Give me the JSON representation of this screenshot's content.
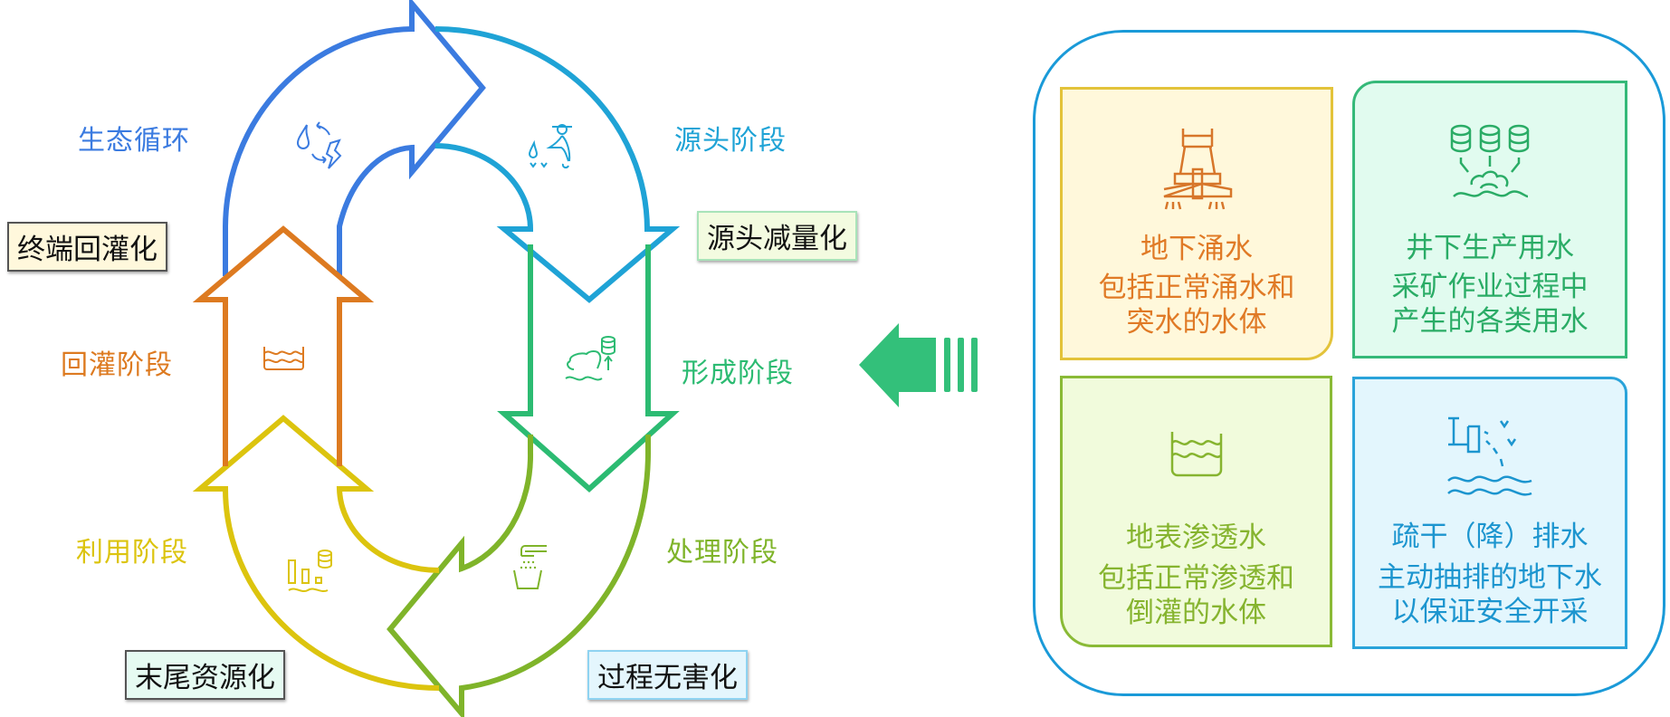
{
  "cycle": {
    "stages": [
      {
        "id": "eco",
        "label": "生态循环",
        "color": "#3b7be0",
        "icon": "water-cycle-icon"
      },
      {
        "id": "source",
        "label": "源头阶段",
        "color": "#1fa3d6",
        "icon": "worker-icon"
      },
      {
        "id": "formation",
        "label": "形成阶段",
        "color": "#2cbb72",
        "icon": "water-formation-icon"
      },
      {
        "id": "treatment",
        "label": "处理阶段",
        "color": "#7fb42a",
        "icon": "filter-tap-icon"
      },
      {
        "id": "utilization",
        "label": "利用阶段",
        "color": "#dcc40e",
        "icon": "usage-chart-icon"
      },
      {
        "id": "reinjection",
        "label": "回灌阶段",
        "color": "#dd7a20",
        "icon": "water-tank-icon"
      }
    ],
    "goals": [
      {
        "id": "terminal",
        "label": "终端回灌化",
        "bg": "#fff8dc"
      },
      {
        "id": "source",
        "label": "源头减量化",
        "bg": "#f3fbe0"
      },
      {
        "id": "tail",
        "label": "末尾资源化",
        "bg": "#e6fbf2"
      },
      {
        "id": "process",
        "label": "过程无害化",
        "bg": "#e4f6fd"
      }
    ]
  },
  "connector": {
    "icon": "arrow-left-icon",
    "color": "#33c07a"
  },
  "panel": {
    "tiles": [
      {
        "title": "地下涌水",
        "desc": [
          "包括正常涌水和",
          "突水的水体"
        ],
        "icon": "mining-drill-icon",
        "color": "#e07a26",
        "bg": "#fff8db",
        "border": "#e3c33a"
      },
      {
        "title": "井下生产用水",
        "desc": [
          "采矿作业过程中",
          "产生的各类用水"
        ],
        "icon": "production-water-icon",
        "color": "#2aac66",
        "bg": "#e1fbef",
        "border": "#35b979"
      },
      {
        "title": "地表渗透水",
        "desc": [
          "包括正常渗透和",
          "倒灌的水体"
        ],
        "icon": "water-tank-icon",
        "color": "#86b42f",
        "bg": "#f1fbdc",
        "border": "#8aba36"
      },
      {
        "title": "疏干（降）排水",
        "desc": [
          "主动抽排的地下水",
          "以保证安全开采"
        ],
        "icon": "drainage-pipe-icon",
        "color": "#1c95cf",
        "bg": "#e3f6fd",
        "border": "#2aa3da"
      }
    ]
  }
}
